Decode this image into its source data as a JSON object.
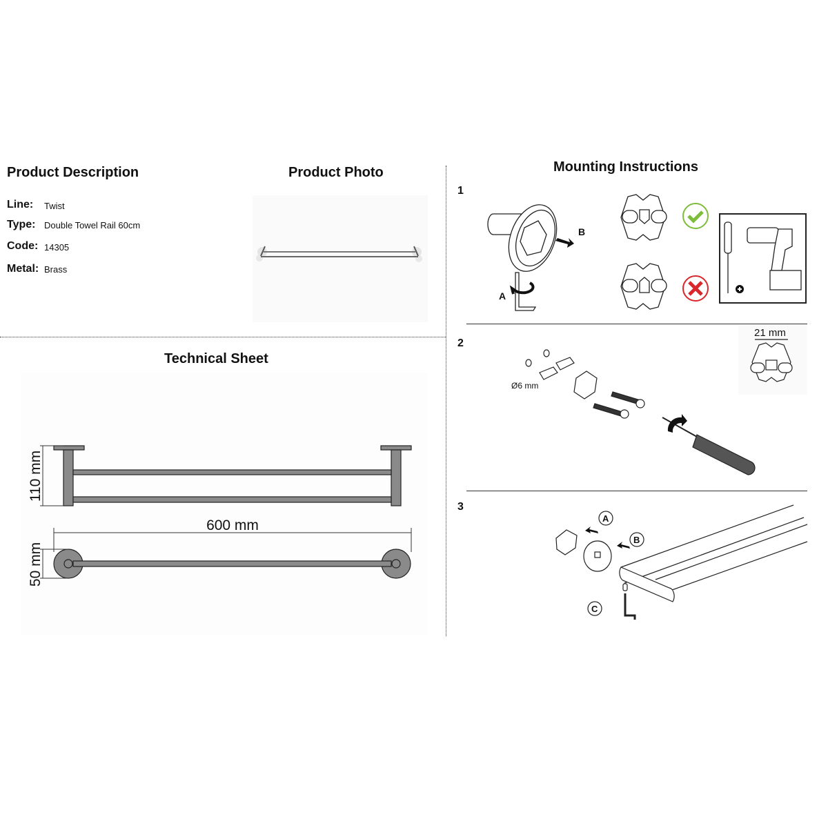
{
  "description": {
    "title": "Product Description",
    "fields": [
      {
        "label": "Line:",
        "value": "Twist"
      },
      {
        "label": "Type:",
        "value": "Double Towel Rail 60cm"
      },
      {
        "label": "Code:",
        "value": "14305"
      },
      {
        "label": "Metal:",
        "value": "Brass"
      }
    ]
  },
  "photo": {
    "title": "Product Photo"
  },
  "technical": {
    "title": "Technical Sheet",
    "height_dim": "110 mm",
    "width_dim": "600 mm",
    "depth_dim": "50 mm"
  },
  "mounting": {
    "title": "Mounting Instructions",
    "steps": [
      {
        "number": "1",
        "label_a": "A",
        "label_b": "B"
      },
      {
        "number": "2",
        "drill_dim": "Ø6 mm",
        "plate_dim": "21 mm"
      },
      {
        "number": "3",
        "label_a": "A",
        "label_b": "B",
        "label_c": "C"
      }
    ],
    "colors": {
      "ok": "#7dbd3a",
      "wrong": "#d9262b"
    }
  }
}
